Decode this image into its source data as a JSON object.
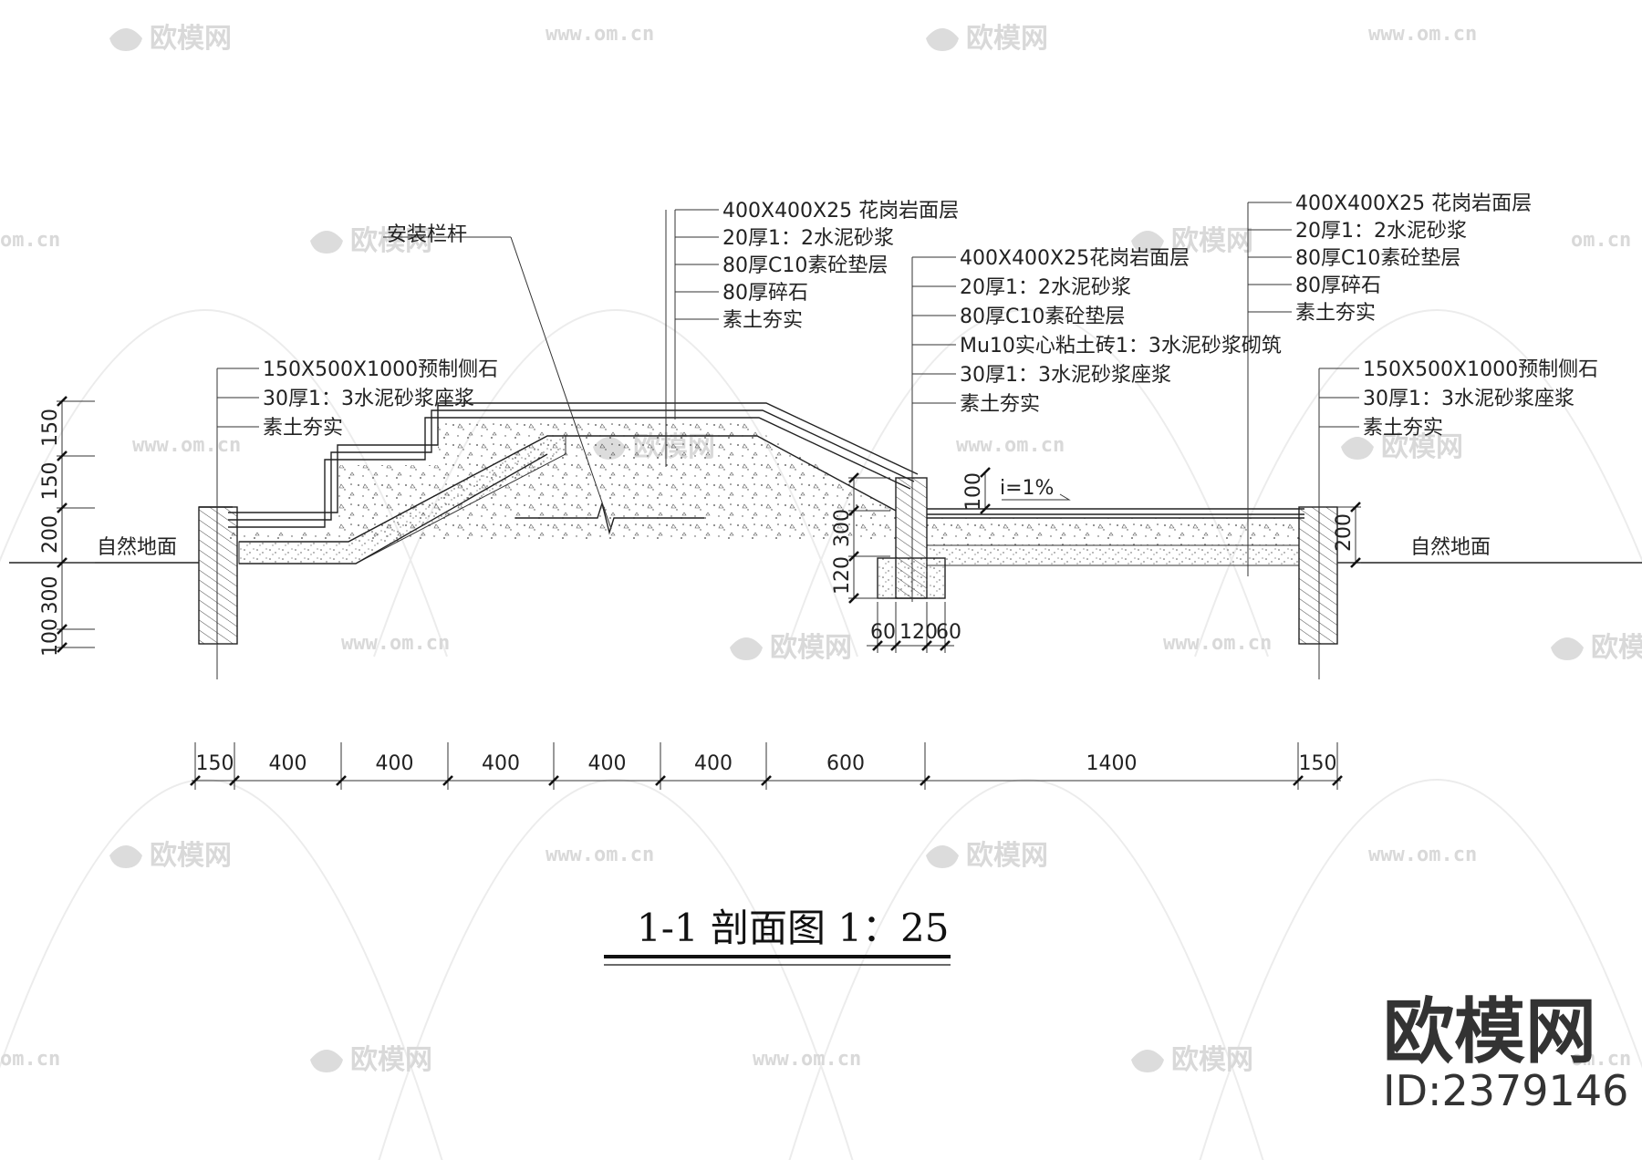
{
  "title": "1-1  剖面图 1：25",
  "brand": {
    "name": "欧模网",
    "id": "ID:2379146"
  },
  "watermark": {
    "logo_text": "欧模网",
    "url": "www.om.cn",
    "url_partial": "om.cn"
  },
  "callouts": {
    "install_rail": "安装栏杆",
    "left_top": [
      "400X400X25 花岗岩面层",
      "20厚1：2水泥砂浆",
      "80厚C10素砼垫层",
      "80厚碎石",
      "素土夯实"
    ],
    "left_curb": [
      "150X500X1000预制侧石",
      "30厚1：3水泥砂浆座浆",
      "素土夯实"
    ],
    "middle": [
      "400X400X25花岗岩面层",
      "20厚1：2水泥砂浆",
      "80厚C10素砼垫层",
      "Mu10实心粘土砖1：3水泥砂浆砌筑",
      "30厚1：3水泥砂浆座浆",
      "素土夯实"
    ],
    "right_top": [
      "400X400X25 花岗岩面层",
      "20厚1：2水泥砂浆",
      "80厚C10素砼垫层",
      "80厚碎石",
      "素土夯实"
    ],
    "right_curb": [
      "150X500X1000预制侧石",
      "30厚1：3水泥砂浆座浆",
      "素土夯实"
    ]
  },
  "ground_label": "自然地面",
  "slope_label": "i=1%",
  "vertical_dims": {
    "left": [
      "150",
      "150",
      "200",
      "300",
      "100"
    ],
    "wall": [
      "100",
      "300",
      "120"
    ],
    "right": [
      "200"
    ]
  },
  "small_dims": [
    "60",
    "120",
    "60"
  ],
  "bottom_dims": [
    "150",
    "400",
    "400",
    "400",
    "400",
    "400",
    "600",
    "1400",
    "150"
  ]
}
